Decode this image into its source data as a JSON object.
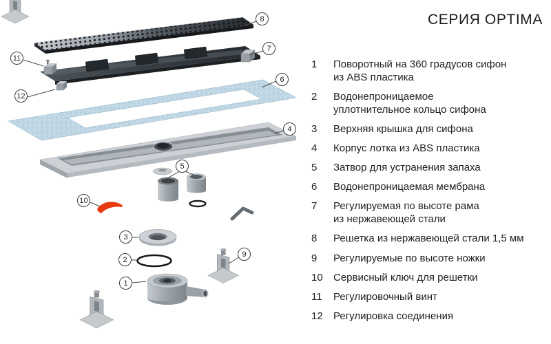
{
  "title": "СЕРИЯ OPTIMA",
  "parts": [
    {
      "num": "1",
      "label": "Поворотный на 360 градусов сифон\nиз ABS пластика"
    },
    {
      "num": "2",
      "label": "Водонепроницаемое\nуплотнительное кольцо сифона"
    },
    {
      "num": "3",
      "label": "Верхняя крышка для сифона"
    },
    {
      "num": "4",
      "label": "Корпус лотка из ABS пластика"
    },
    {
      "num": "5",
      "label": "Затвор для устранения запаха"
    },
    {
      "num": "6",
      "label": "Водонепроницаемая мембрана"
    },
    {
      "num": "7",
      "label": "Регулируемая по высоте рама\nиз нержавеющей стали"
    },
    {
      "num": "8",
      "label": "Решетка из нержавеющей стали 1,5 мм"
    },
    {
      "num": "9",
      "label": "Регулируемые по высоте ножки"
    },
    {
      "num": "10",
      "label": "Сервисный ключ для решетки"
    },
    {
      "num": "11",
      "label": "Регулировочный винт"
    },
    {
      "num": "12",
      "label": "Регулировка соединения"
    }
  ],
  "colors": {
    "accent_red": "#e8380f",
    "membrane_blue": "#bed6e3",
    "steel_dark": "#2b3136",
    "steel_light": "#c6cbd0",
    "text": "#212121"
  }
}
